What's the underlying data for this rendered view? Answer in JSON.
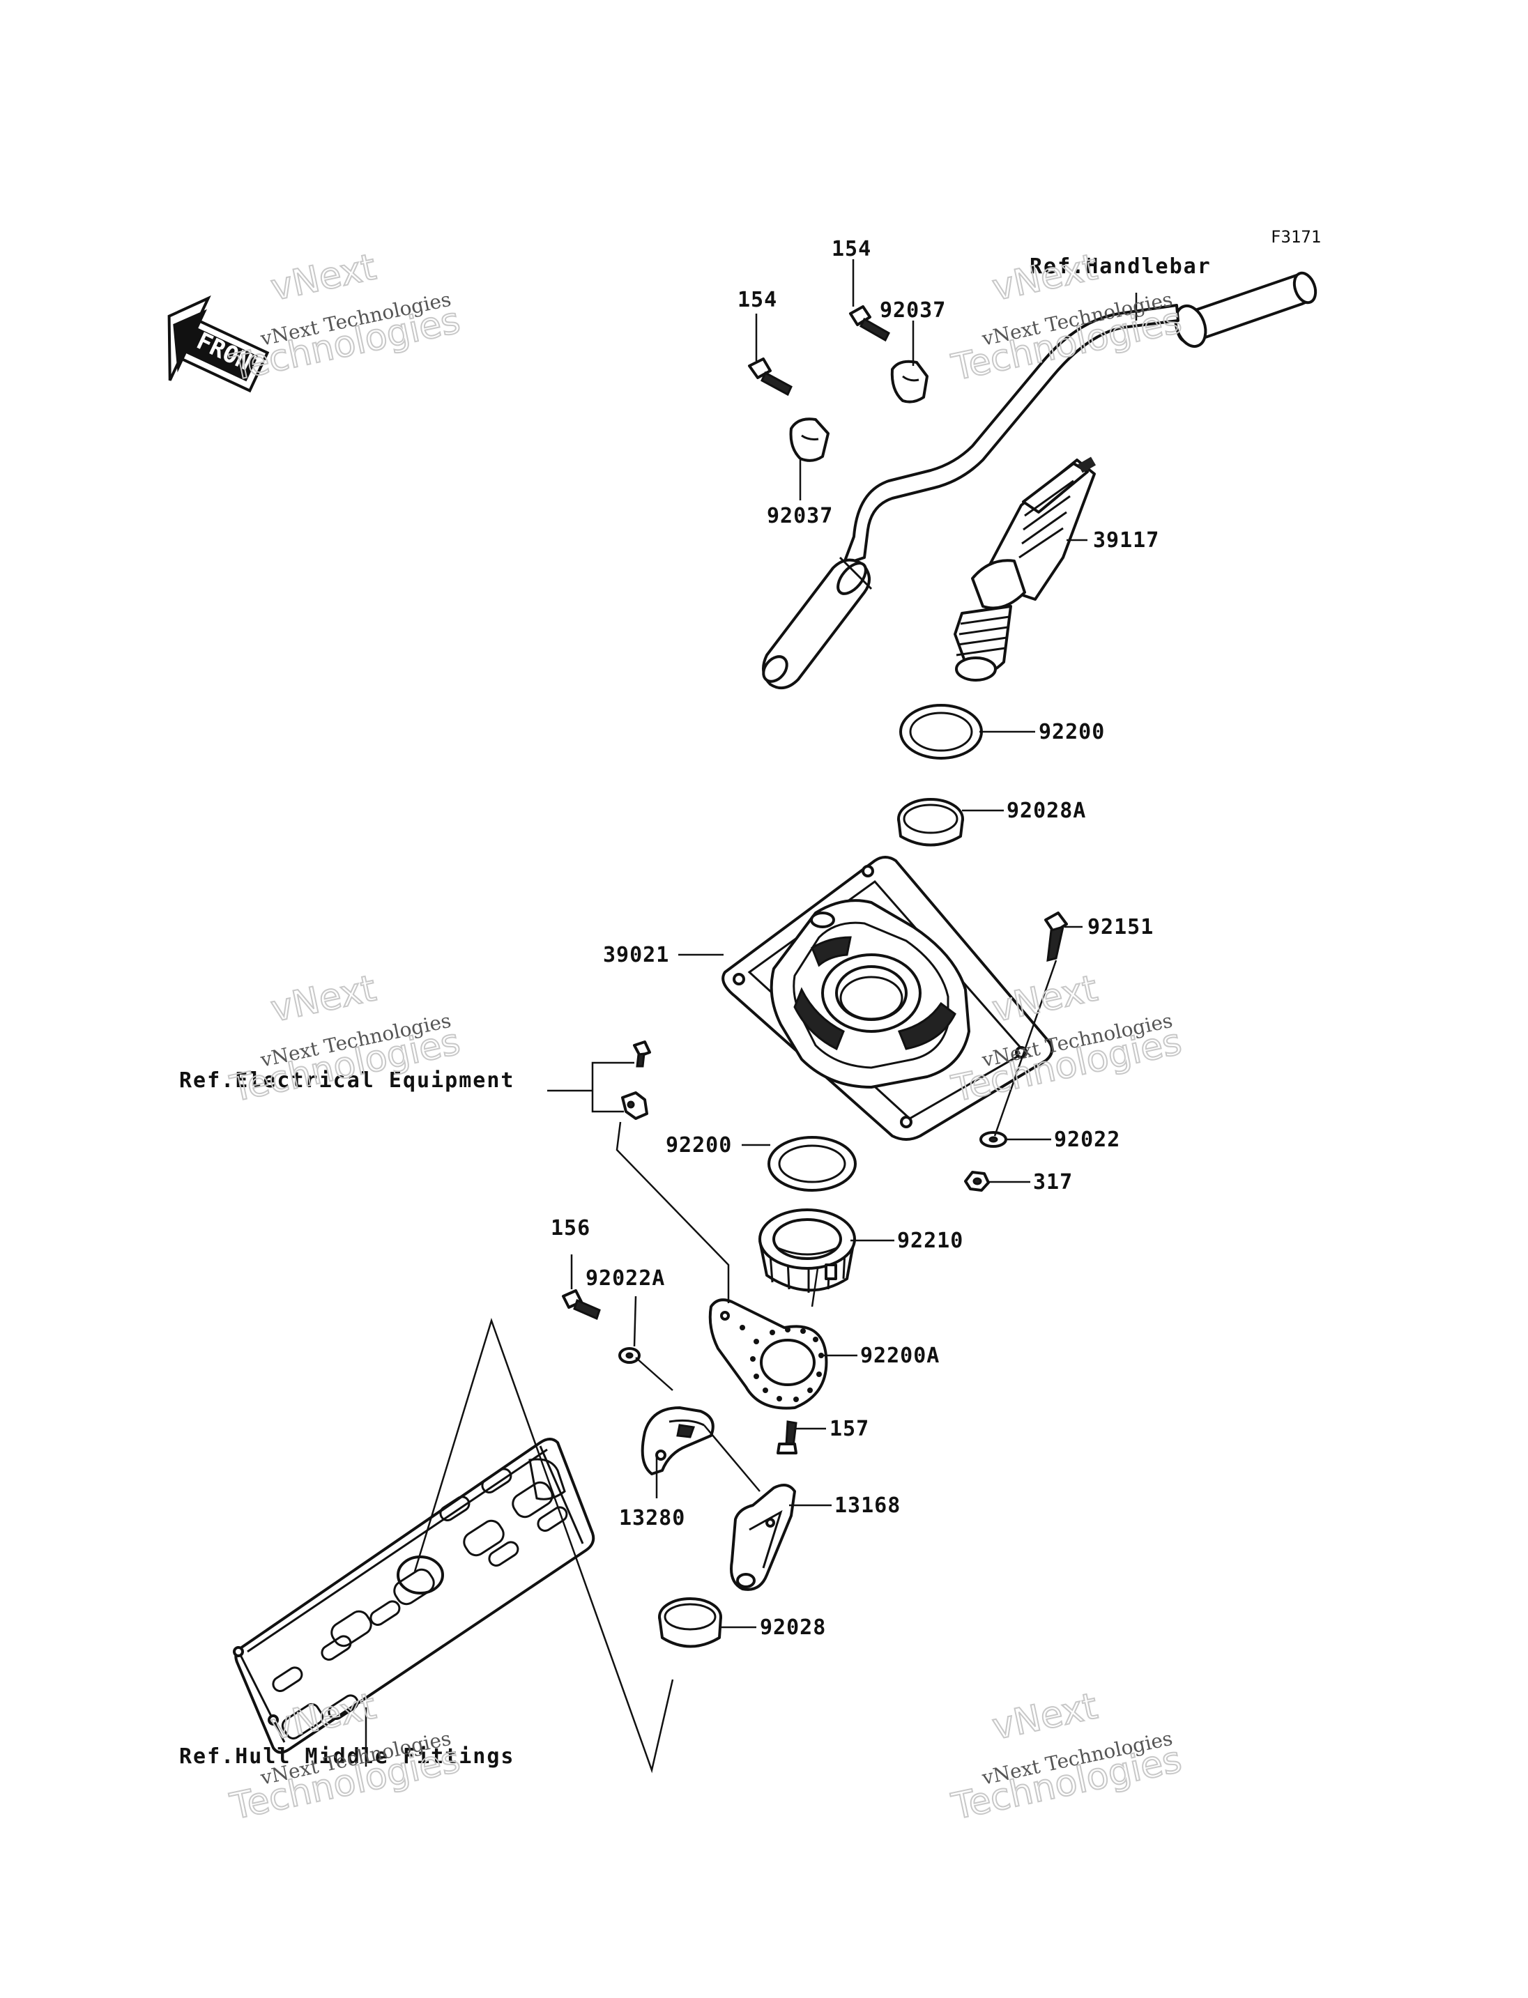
{
  "diagram_code": "F3171",
  "front_label": "FRONT",
  "references": {
    "handlebar": "Ref.Handlebar",
    "electrical": "Ref.Electrical Equipment",
    "hull": "Ref.Hull Middle Fittings"
  },
  "watermark": {
    "line1": "vNext",
    "line2": "vNext Technologies",
    "line3": "Technologies"
  },
  "parts": {
    "p154a": "154",
    "p154b": "154",
    "p92037a": "92037",
    "p92037b": "92037",
    "p39117": "39117",
    "p92200a": "92200",
    "p92028A": "92028A",
    "p39021": "39021",
    "p92151": "92151",
    "p92022": "92022",
    "p317": "317",
    "p92200b": "92200",
    "p92210": "92210",
    "p156": "156",
    "p92022A": "92022A",
    "p92200A": "92200A",
    "p157": "157",
    "p13168": "13168",
    "p13280": "13280",
    "p92028": "92028"
  }
}
